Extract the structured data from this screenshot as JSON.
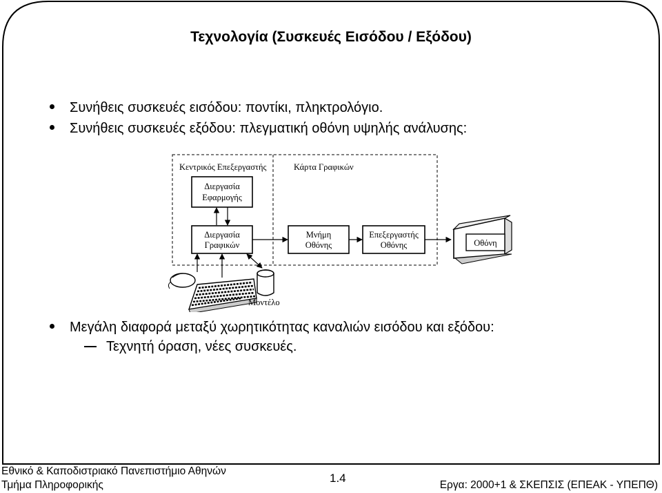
{
  "slide": {
    "title": "Τεχνολογία (Συσκευές Εισόδου / Εξόδου)",
    "bullets": [
      "Συνήθεις συσκευές εισόδου: ποντίκι, πληκτρολόγιο.",
      "Συνήθεις συσκευές εξόδου: πλεγματική οθόνη υψηλής ανάλυσης:",
      "Μεγάλη διαφορά μεταξύ χωρητικότητας καναλιών εισόδου και εξόδου:"
    ],
    "sub_bullet": "Τεχνητή όραση, νέες συσκευές."
  },
  "diagram": {
    "cpu_label": "Κεντρικός Επεξεργαστής",
    "gpu_label": "Κάρτα Γραφικών",
    "app_process": [
      "Διεργασία",
      "Εφαρμογής"
    ],
    "graphics_process": [
      "Διεργασία",
      "Γραφικών"
    ],
    "display_memory": [
      "Μνήμη",
      "Οθόνης"
    ],
    "display_processor": [
      "Επεξεργαστής",
      "Οθόνης"
    ],
    "monitor_label": "Οθόνη",
    "model_label": "Μοντέλο"
  },
  "footer": {
    "university": "Εθνικό & Καποδιστριακό Πανεπιστήμιο Αθηνών",
    "department": "Τμήμα Πληροφορικής",
    "page_number": "1.4",
    "project": "Εργα: 2000+1 & ΣΚΕΠΣΙΣ (ΕΠΕΑΚ - ΥΠΕΠΘ)"
  }
}
